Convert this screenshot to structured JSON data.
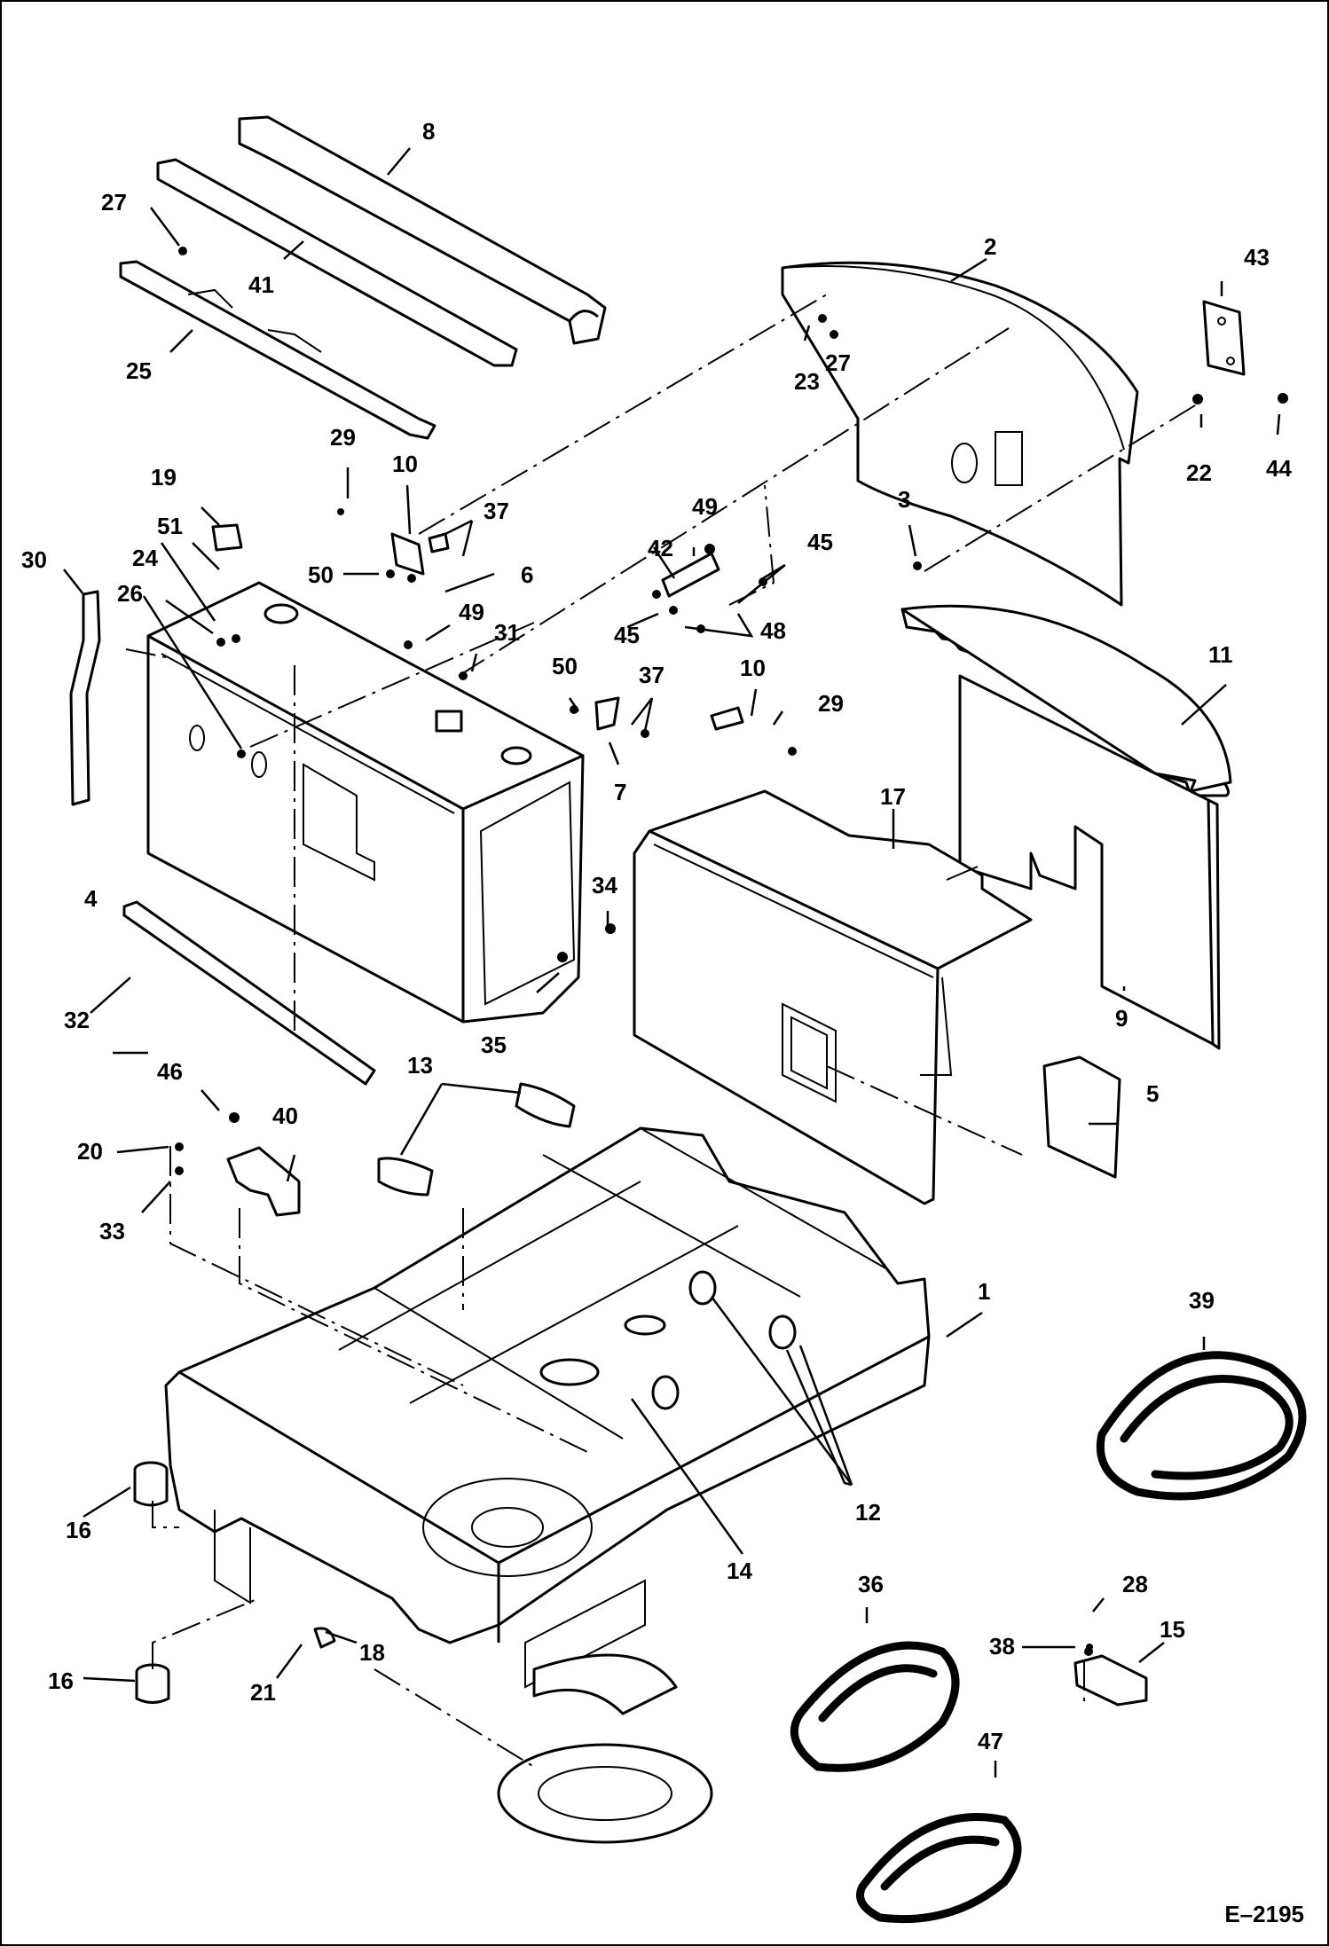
{
  "drawing_number": "E–2195",
  "callouts": [
    {
      "id": "c1",
      "label": "1"
    },
    {
      "id": "c2",
      "label": "2"
    },
    {
      "id": "c3",
      "label": "3"
    },
    {
      "id": "c4",
      "label": "4"
    },
    {
      "id": "c5",
      "label": "5"
    },
    {
      "id": "c6",
      "label": "6"
    },
    {
      "id": "c7",
      "label": "7"
    },
    {
      "id": "c8",
      "label": "8"
    },
    {
      "id": "c9",
      "label": "9"
    },
    {
      "id": "c10a",
      "label": "10"
    },
    {
      "id": "c10b",
      "label": "10"
    },
    {
      "id": "c11",
      "label": "11"
    },
    {
      "id": "c12",
      "label": "12"
    },
    {
      "id": "c13",
      "label": "13"
    },
    {
      "id": "c14",
      "label": "14"
    },
    {
      "id": "c15",
      "label": "15"
    },
    {
      "id": "c16a",
      "label": "16"
    },
    {
      "id": "c16b",
      "label": "16"
    },
    {
      "id": "c17",
      "label": "17"
    },
    {
      "id": "c18",
      "label": "18"
    },
    {
      "id": "c19",
      "label": "19"
    },
    {
      "id": "c20",
      "label": "20"
    },
    {
      "id": "c21",
      "label": "21"
    },
    {
      "id": "c22",
      "label": "22"
    },
    {
      "id": "c23",
      "label": "23"
    },
    {
      "id": "c24",
      "label": "24"
    },
    {
      "id": "c25",
      "label": "25"
    },
    {
      "id": "c26",
      "label": "26"
    },
    {
      "id": "c27a",
      "label": "27"
    },
    {
      "id": "c27b",
      "label": "27"
    },
    {
      "id": "c28",
      "label": "28"
    },
    {
      "id": "c29a",
      "label": "29"
    },
    {
      "id": "c29b",
      "label": "29"
    },
    {
      "id": "c30",
      "label": "30"
    },
    {
      "id": "c31",
      "label": "31"
    },
    {
      "id": "c32",
      "label": "32"
    },
    {
      "id": "c33",
      "label": "33"
    },
    {
      "id": "c34",
      "label": "34"
    },
    {
      "id": "c35",
      "label": "35"
    },
    {
      "id": "c36",
      "label": "36"
    },
    {
      "id": "c37a",
      "label": "37"
    },
    {
      "id": "c37b",
      "label": "37"
    },
    {
      "id": "c38",
      "label": "38"
    },
    {
      "id": "c39",
      "label": "39"
    },
    {
      "id": "c40",
      "label": "40"
    },
    {
      "id": "c41",
      "label": "41"
    },
    {
      "id": "c42",
      "label": "42"
    },
    {
      "id": "c43",
      "label": "43"
    },
    {
      "id": "c44",
      "label": "44"
    },
    {
      "id": "c45a",
      "label": "45"
    },
    {
      "id": "c45b",
      "label": "45"
    },
    {
      "id": "c46",
      "label": "46"
    },
    {
      "id": "c47",
      "label": "47"
    },
    {
      "id": "c48",
      "label": "48"
    },
    {
      "id": "c49a",
      "label": "49"
    },
    {
      "id": "c49b",
      "label": "49"
    },
    {
      "id": "c50a",
      "label": "50"
    },
    {
      "id": "c50b",
      "label": "50"
    },
    {
      "id": "c51",
      "label": "51"
    }
  ]
}
